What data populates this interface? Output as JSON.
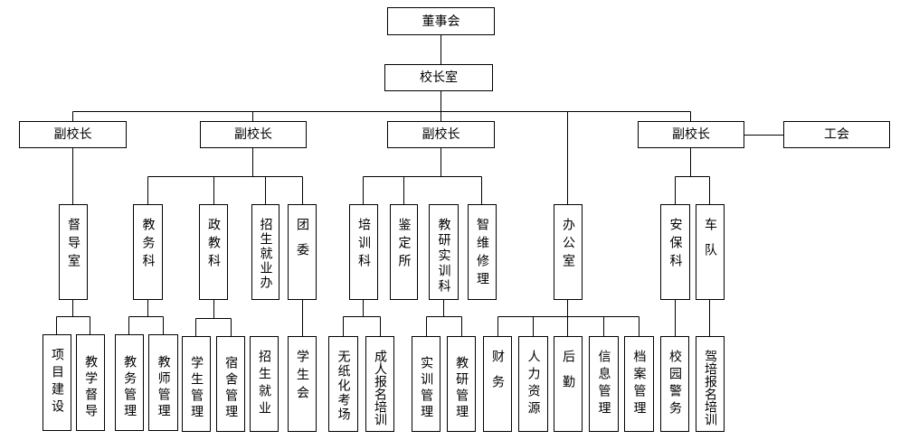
{
  "org": {
    "board": "董事会",
    "principal_office": "校长室",
    "vp1": "副校长",
    "vp2": "副校长",
    "vp3": "副校长",
    "vp4": "副校长",
    "union": "工会",
    "supervision_office": "督导室",
    "project_building": "项目建设",
    "teaching_supervision": "教学督导",
    "academic_affairs": "教务科",
    "academic_management": "教务管理",
    "teacher_management": "教师管理",
    "political_education": "政教科",
    "student_management": "学生管理",
    "dormitory_management": "宿舍管理",
    "admission_employment_office": "招生就业办",
    "admission_employment": "招生就业",
    "youth_league": "团委",
    "student_union": "学生会",
    "training_section": "培训科",
    "paperless_exam": "无纸化考场",
    "adult_training": "成人报名培训",
    "appraisal_center": "鉴定所",
    "teaching_research_training": "教研实训科",
    "training_management": "实训管理",
    "research_management": "教研管理",
    "smart_maintenance": "智维修理",
    "general_office": "办公室",
    "finance": "财务",
    "human_resources": "人力资源",
    "logistics": "后勤",
    "information_management": "信息管理",
    "archives_management": "档案管理",
    "security_section": "安保科",
    "campus_police": "校园警务",
    "motor_pool": "车队",
    "driver_training": "驾培报名培训"
  }
}
